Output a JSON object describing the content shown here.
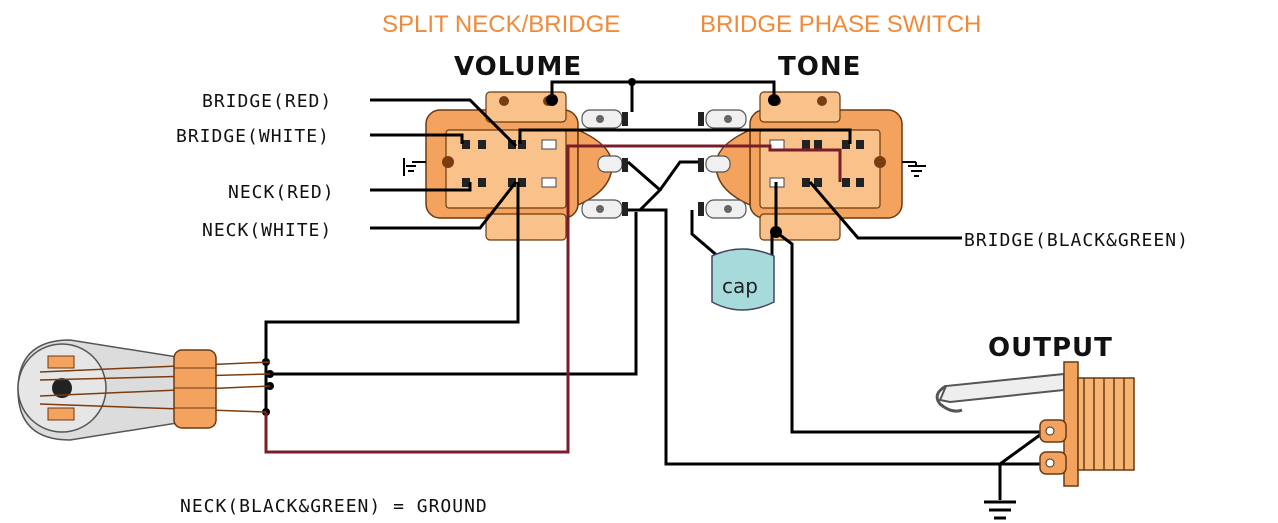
{
  "titles": {
    "split_switch": "SPLIT NECK/BRIDGE",
    "phase_switch": "BRIDGE PHASE SWITCH",
    "volume": "VOLUME",
    "tone": "TONE",
    "output": "OUTPUT"
  },
  "labels": {
    "bridge_red": "BRIDGE(RED)",
    "bridge_white": "BRIDGE(WHITE)",
    "neck_red": "NECK(RED)",
    "neck_white": "NECK(WHITE)",
    "bridge_black_green": "BRIDGE(BLACK&GREEN)",
    "neck_ground_note": "NECK(BLACK&GREEN) = GROUND",
    "cap": "cap"
  },
  "colors": {
    "orange_text": "#f08a3a",
    "pot_orange": "#f4a35e",
    "wire_black": "#000000",
    "wire_red": "#7a1c2c",
    "cap_teal": "#a7dada"
  }
}
